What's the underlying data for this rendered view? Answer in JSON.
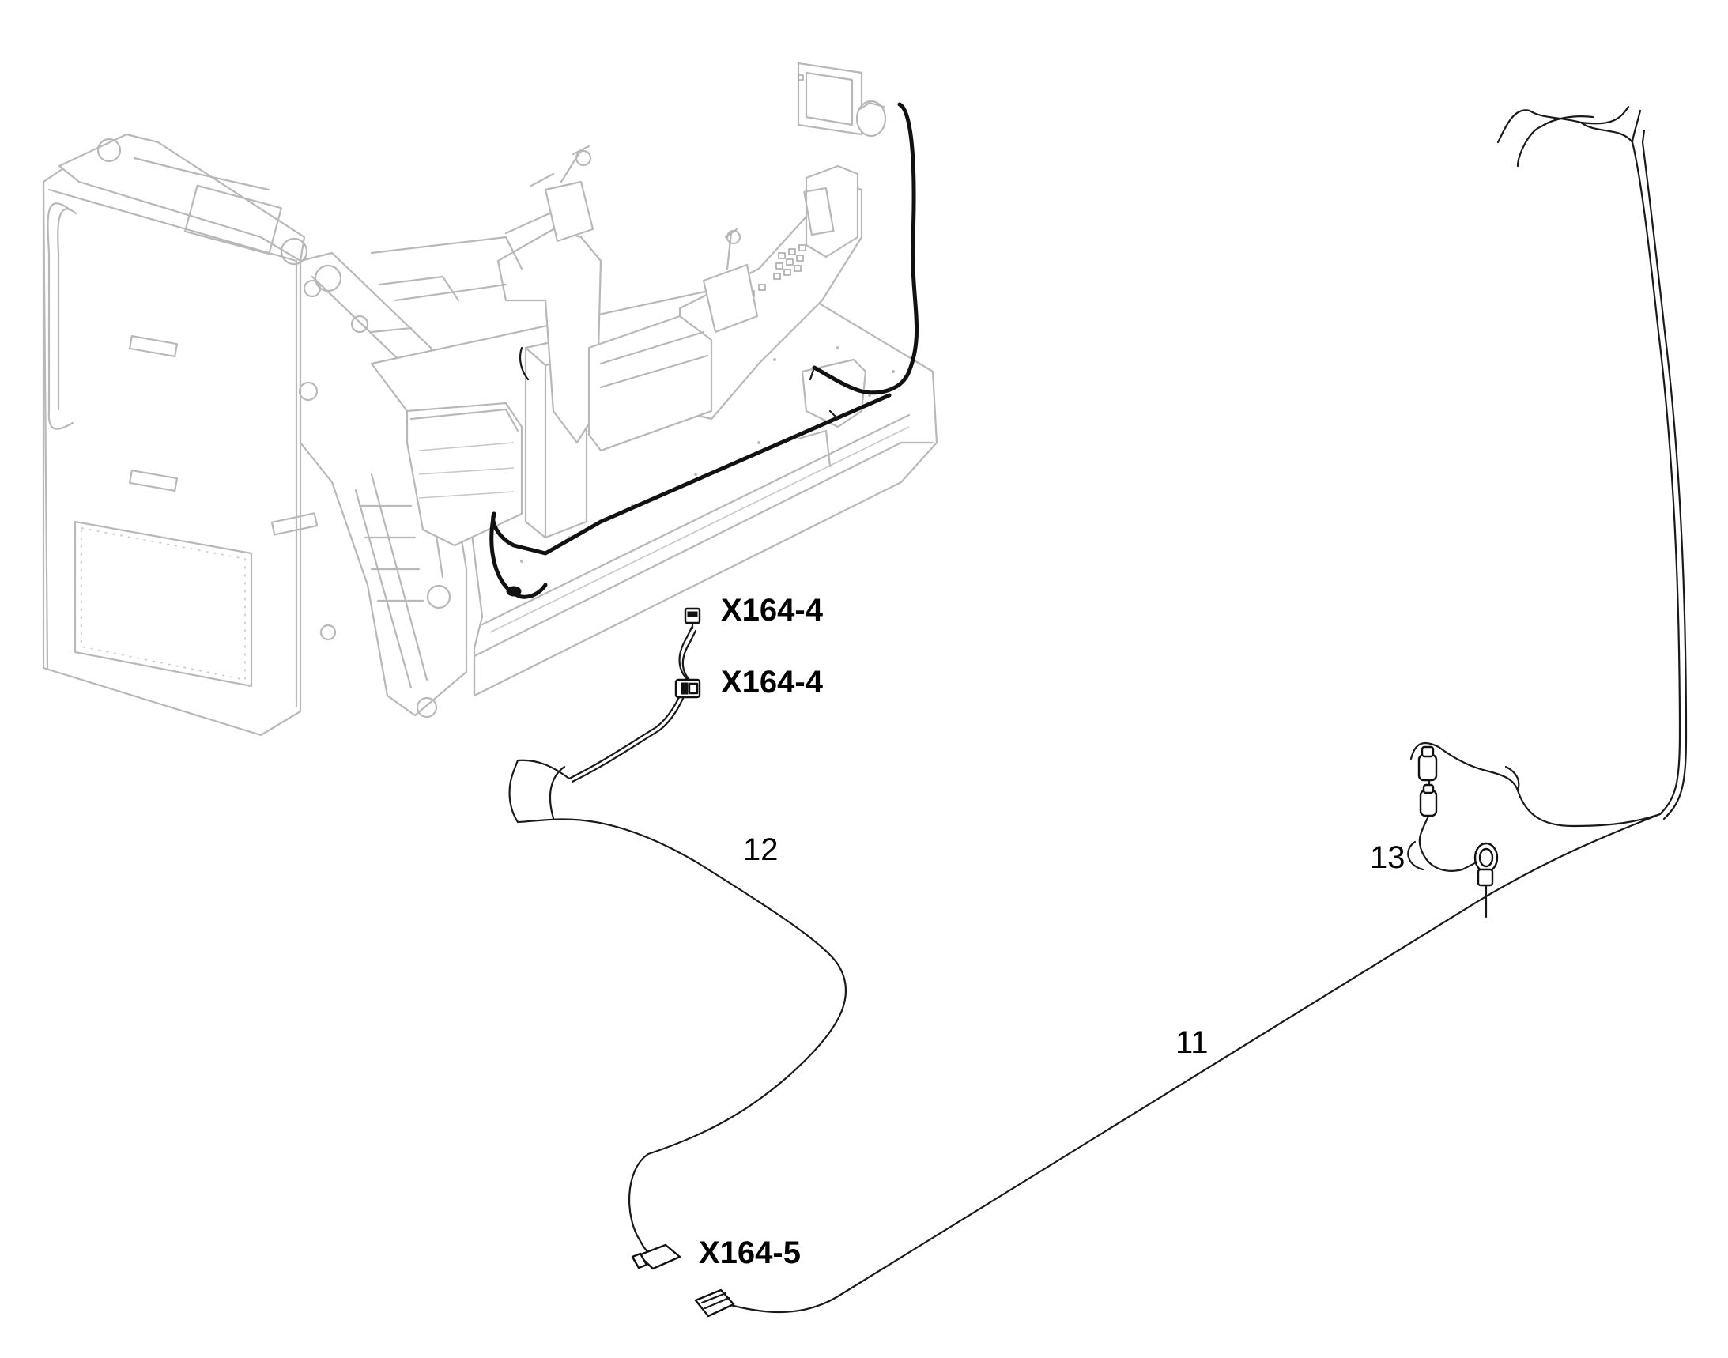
{
  "labels": {
    "x164_4_top": "X164-4",
    "x164_4_bottom": "X164-4",
    "x164_5": "X164-5",
    "harness_11": "11",
    "harness_12": "12",
    "harness_13": "13"
  }
}
